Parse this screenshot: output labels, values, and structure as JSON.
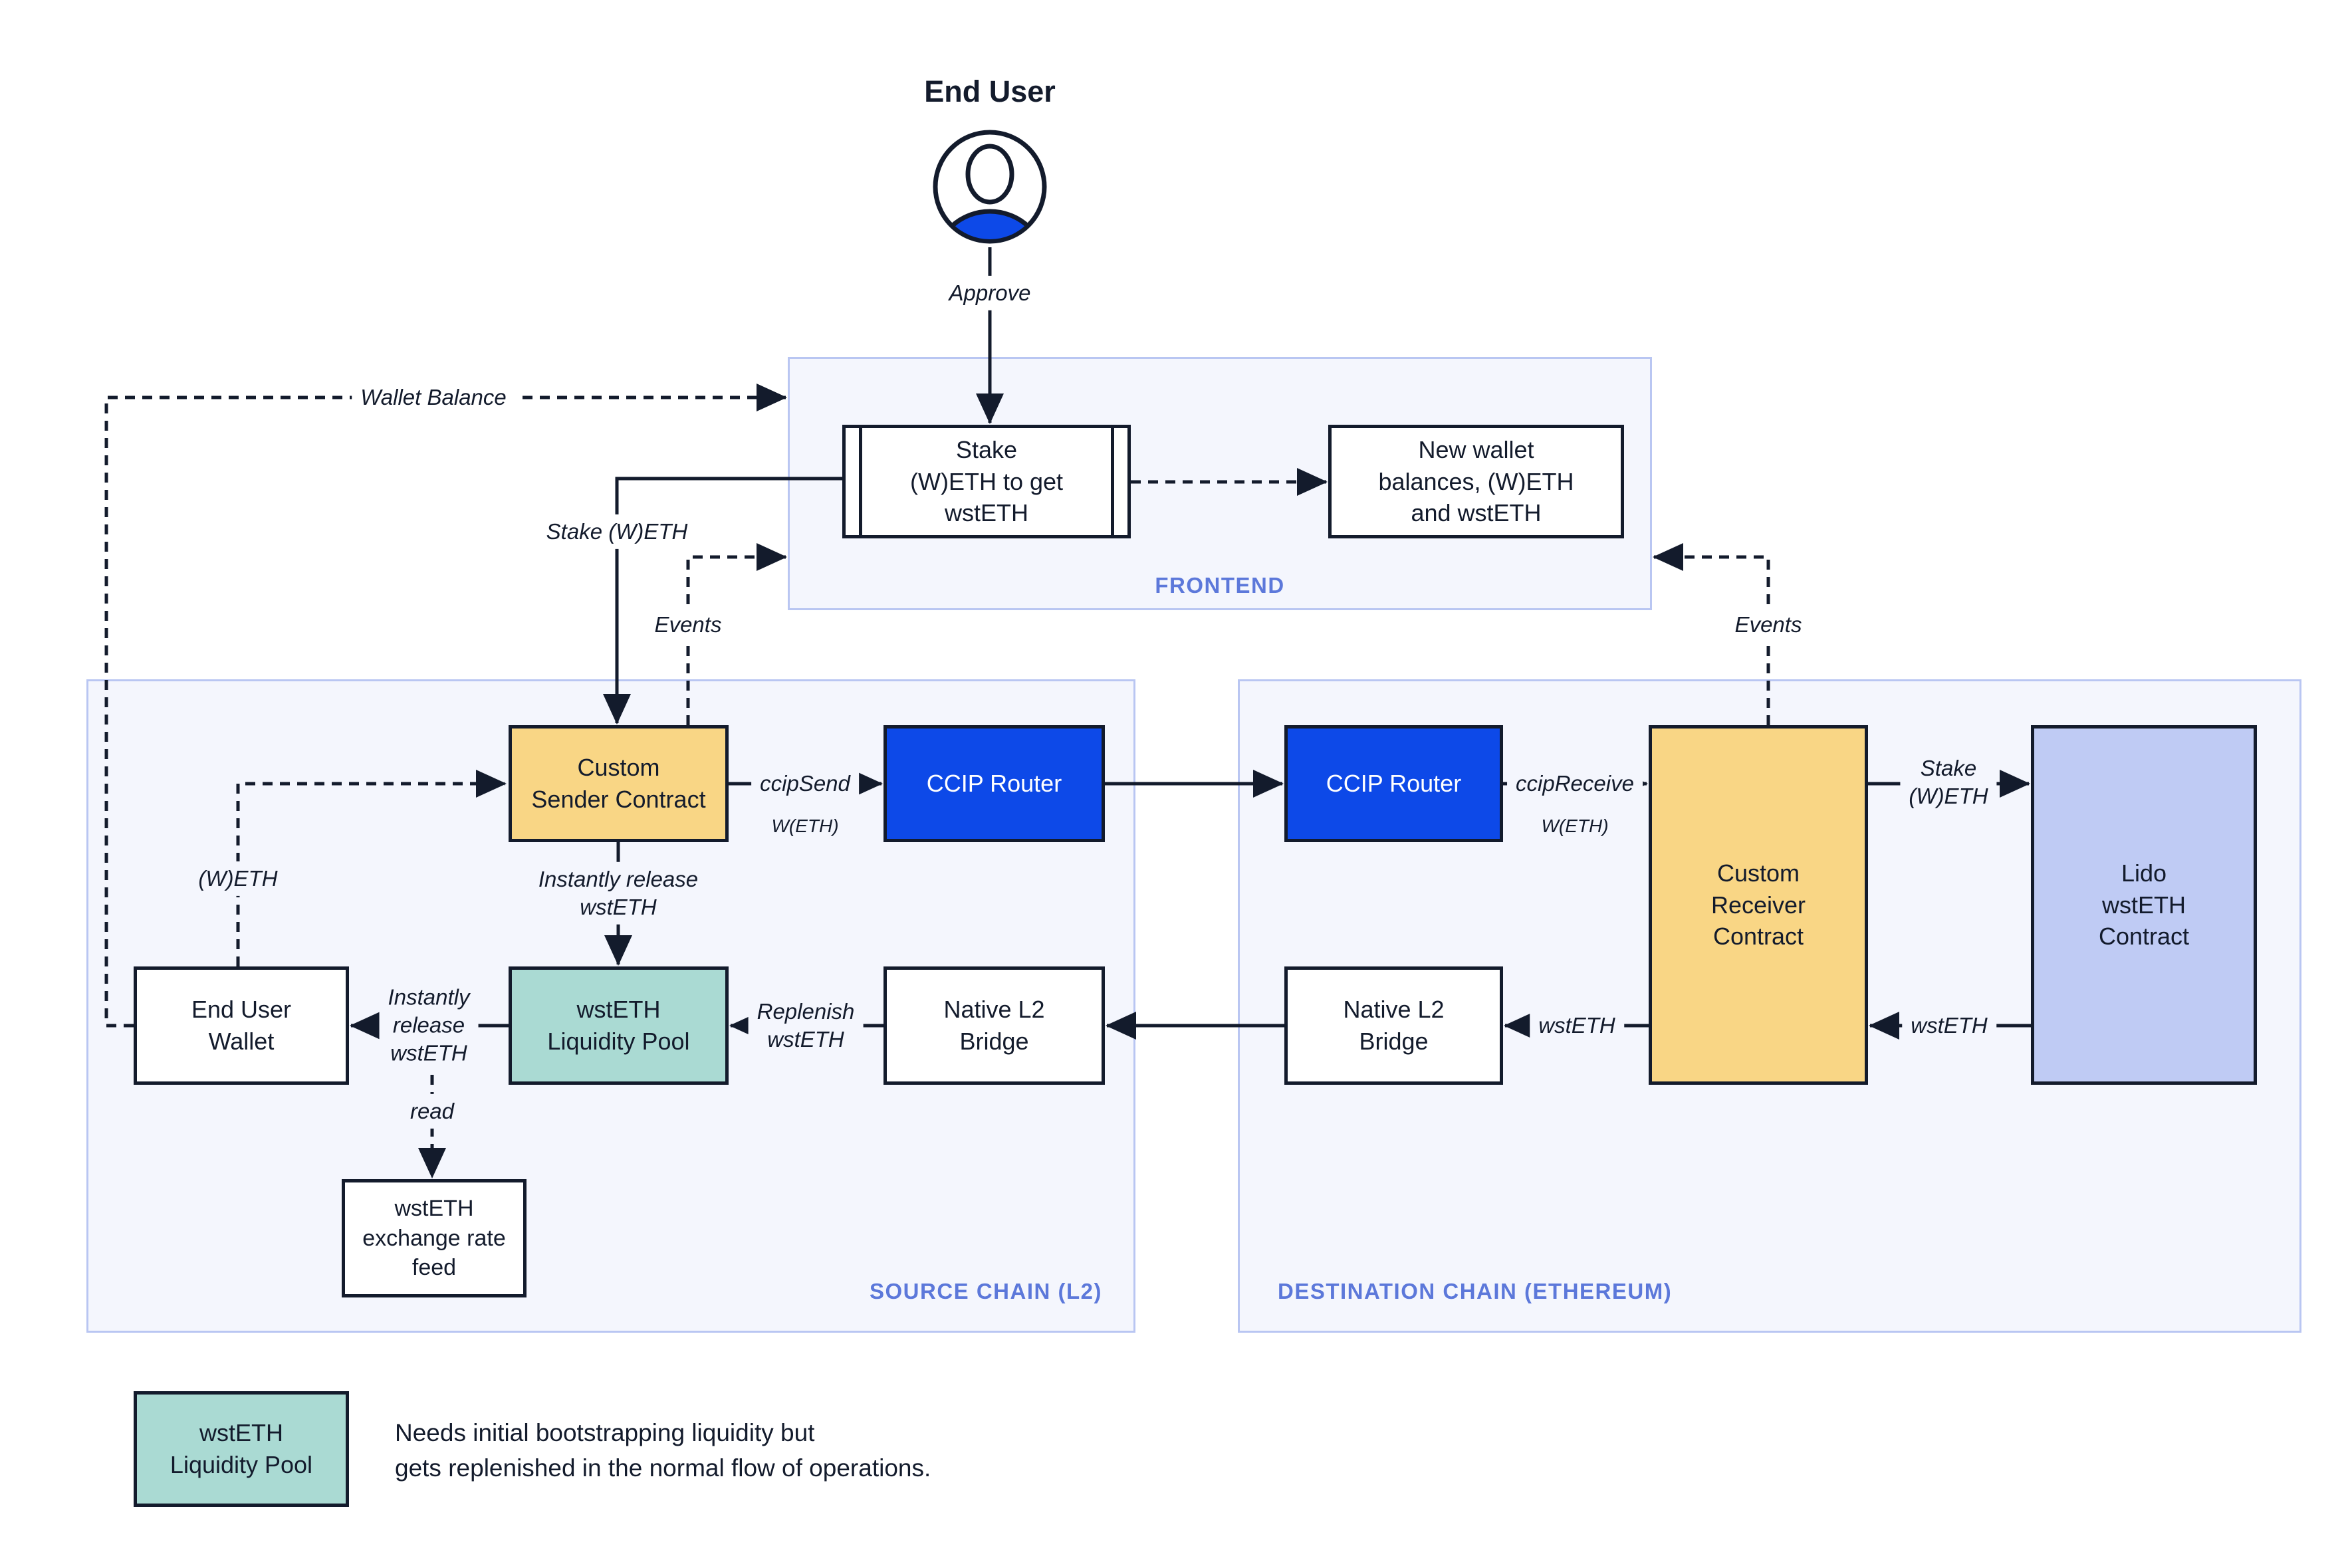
{
  "actor": {
    "title": "End User"
  },
  "containers": {
    "frontend": {
      "label": "FRONTEND"
    },
    "source_chain": {
      "label": "SOURCE CHAIN (L2)"
    },
    "destination_chain": {
      "label": "DESTINATION CHAIN (ETHEREUM)"
    }
  },
  "nodes": {
    "stake_widget": {
      "label": "Stake\n(W)ETH to get\nwstETH"
    },
    "new_wallet": {
      "label": "New wallet\nbalances, (W)ETH\nand wstETH"
    },
    "custom_sender": {
      "label": "Custom\nSender Contract"
    },
    "ccip_router_source": {
      "label": "CCIP Router"
    },
    "ccip_router_destination": {
      "label": "CCIP Router"
    },
    "custom_receiver": {
      "label": "Custom\nReceiver\nContract"
    },
    "lido_contract": {
      "label": "Lido\nwstETH\nContract"
    },
    "end_user_wallet": {
      "label": "End User\nWallet"
    },
    "liquidity_pool": {
      "label": "wstETH\nLiquidity Pool"
    },
    "native_bridge_source": {
      "label": "Native L2\nBridge"
    },
    "native_bridge_destination": {
      "label": "Native L2\nBridge"
    },
    "exchange_rate_feed": {
      "label": "wstETH\nexchange rate\nfeed"
    }
  },
  "edges": {
    "approve": "Approve",
    "wallet_balance": "Wallet Balance",
    "stake_weth_source": "Stake (W)ETH",
    "events_source": "Events",
    "events_destination": "Events",
    "ccip_send": "ccipSend",
    "ccip_send_sub": "W(ETH)",
    "ccip_receive": "ccipReceive",
    "ccip_receive_sub": "W(ETH)",
    "stake_weth_destination": "Stake\n(W)ETH",
    "wsteth_to_receiver": "wstETH",
    "wsteth_to_bridge": "wstETH",
    "replenish": "Replenish\nwstETH",
    "instant_release_vertical": "Instantly release\nwstETH",
    "instant_release_horizontal": "Instantly\nrelease\nwstETH",
    "read": "read"
  },
  "legend": {
    "box_label": "wstETH\nLiquidity Pool",
    "note": "Needs initial bootstrapping liquidity but\ngets replenished in the normal flow of operations."
  },
  "colors": {
    "ink": "#131b2c",
    "accent_blue": "#0d49e8",
    "panel_fill": "#f4f6fd",
    "panel_border": "#b9c6f2",
    "panel_label": "#5c78da",
    "node_yellow": "#f9d685",
    "node_teal": "#aadad3",
    "node_periwinkle": "#bfcbf4"
  }
}
